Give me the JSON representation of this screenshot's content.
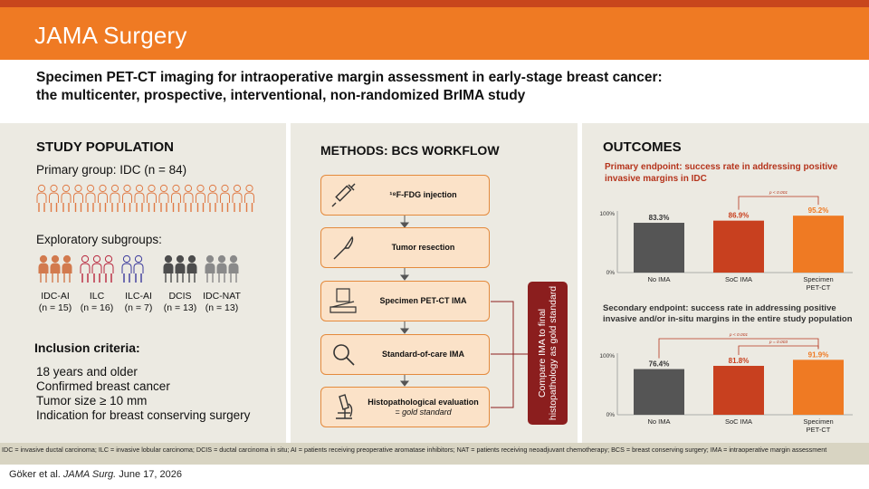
{
  "header": {
    "brand": "JAMA Surgery"
  },
  "title": {
    "line1": "Specimen PET-CT imaging for intraoperative margin assessment in early-stage breast cancer:",
    "line2": "the multicenter, prospective, interventional, non-randomized BrIMA study"
  },
  "population": {
    "heading": "STUDY POPULATION",
    "primary": "Primary group: IDC (n = 84)",
    "exploratory": "Exploratory subgroups:",
    "subgroups": [
      {
        "name": "IDC-AI",
        "n": "(n = 15)",
        "color": "#d27a4e"
      },
      {
        "name": "ILC",
        "n": "(n = 16)",
        "color": "#b8273e"
      },
      {
        "name": "ILC-AI",
        "n": "(n = 7)",
        "color": "#3b3a9c"
      },
      {
        "name": "DCIS",
        "n": "(n = 13)",
        "color": "#4d4d4d"
      },
      {
        "name": "IDC-NAT",
        "n": "(n = 13)",
        "color": "#8a8a8a"
      }
    ],
    "inclusion_heading": "Inclusion criteria:",
    "criteria": [
      "18 years and older",
      "Confirmed breast cancer",
      "Tumor size ≥ 10 mm",
      "Indication for breast conserving surgery"
    ]
  },
  "methods": {
    "heading": "METHODS: BCS WORKFLOW",
    "steps": [
      {
        "label": "¹⁸F-FDG injection",
        "icon": "syringe-icon"
      },
      {
        "label": "Tumor resection",
        "icon": "scalpel-icon"
      },
      {
        "label": "Specimen PET-CT IMA",
        "icon": "pet-ct-scanner-icon"
      },
      {
        "label": "Standard-of-care IMA",
        "icon": "magnifier-icon"
      },
      {
        "label": "Histopathological evaluation",
        "sublabel": "= gold standard",
        "icon": "microscope-icon"
      }
    ],
    "compare": "Compare IMA to final histopathology as gold standard"
  },
  "outcomes": {
    "heading": "OUTCOMES",
    "primary_endpoint": "Primary endpoint: success rate in addressing positive invasive margins in IDC",
    "secondary_endpoint": "Secondary endpoint: success rate in addressing positive invasive and/or in-situ margins in the entire study population"
  },
  "chart_data": [
    {
      "type": "bar",
      "categories": [
        "No IMA",
        "SoC IMA",
        "Specimen PET-CT"
      ],
      "values": [
        83.3,
        86.9,
        95.2
      ],
      "value_labels": [
        "83.3%",
        "86.9%",
        "95.2%"
      ],
      "colors": [
        "#555555",
        "#c8401f",
        "#ef7a23"
      ],
      "ylim": [
        0,
        100
      ],
      "yticks": [
        "0%",
        "100%"
      ],
      "significance": [
        {
          "from": 1,
          "to": 2,
          "label": "p < 0.001"
        }
      ]
    },
    {
      "type": "bar",
      "categories": [
        "No IMA",
        "SoC IMA",
        "Specimen PET-CT"
      ],
      "values": [
        76.4,
        81.8,
        91.9
      ],
      "value_labels": [
        "76.4%",
        "81.8%",
        "91.9%"
      ],
      "colors": [
        "#555555",
        "#c8401f",
        "#ef7a23"
      ],
      "ylim": [
        0,
        100
      ],
      "yticks": [
        "0%",
        "100%"
      ],
      "significance": [
        {
          "from": 0,
          "to": 2,
          "label": "p < 0.001"
        },
        {
          "from": 1,
          "to": 2,
          "label": "p = 0.003"
        }
      ]
    }
  ],
  "footnote": "IDC = invasive ductal carcinoma; ILC = invasive lobular carcinoma; DCIS = ductal carcinoma in situ; AI = patients receiving preoperative aromatase inhibitors; NAT = patients receiving neoadjuvant chemotherapy; BCS = breast conserving surgery; IMA = intraoperative margin assessment",
  "citation": {
    "authors": "Göker et al. ",
    "journal": "JAMA Surg.",
    "date": " June 17, 2026"
  },
  "palette": {
    "orange": "#ef7a23",
    "red": "#c8401f",
    "dark_red": "#8b1e1e",
    "panel": "#eceae2"
  }
}
